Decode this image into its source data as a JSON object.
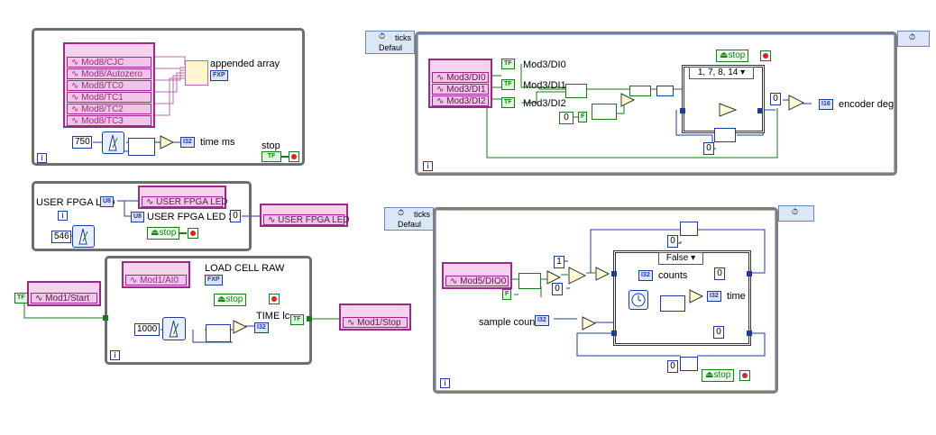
{
  "panel1": {
    "io_rows": [
      "Mod8/CJC",
      "Mod8/Autozero",
      "Mod8/TC0",
      "Mod8/TC1",
      "Mod8/TC2",
      "Mod8/TC3"
    ],
    "appended_label": "appended array",
    "fxp_tag": "FXP",
    "wait_const": "750",
    "time_indicator_tag": "I32",
    "time_label": "time ms",
    "stop_label": "stop",
    "stop_bool_tag": "TF",
    "loop_index": "i"
  },
  "panel2": {
    "led_label": "USER FPGA LED",
    "led_label2": "USER FPGA LED 2",
    "u8_tag": "U8",
    "io_row": "USER FPGA LED",
    "wait_const": "546",
    "stop_label": "stop",
    "out_const": "0",
    "out_io_row": "USER FPGA LED",
    "loop_index": "i"
  },
  "panel3": {
    "start_io": "Mod1/Start",
    "tf_tag": "TF",
    "ai_io": "Mod1/AI0",
    "fxp_tag": "FXP",
    "loadcell_label": "LOAD CELL RAW",
    "stop_label": "stop",
    "wait_const": "1000",
    "time_label": "TIME lc",
    "i32_tag": "I32",
    "stop_io": "Mod1/Stop",
    "loop_index": "i"
  },
  "panel4": {
    "timed_hdr_label": "ticks",
    "timed_hdr_sub": "Defaul",
    "io_rows": [
      "Mod3/DI0",
      "Mod3/DI1",
      "Mod3/DI2"
    ],
    "tf_tag": "TF",
    "di_labels": [
      "Mod3/DI0",
      "Mod3/DI1",
      "Mod3/DI2"
    ],
    "stop_label": "stop",
    "case_selector": "1, 7, 8, 14",
    "zero_const": "0",
    "f_const": "F",
    "zero_const2": "0",
    "zero_const3": "0",
    "i16_tag": "I16",
    "encoder_label": "encoder deg",
    "loop_index": "i"
  },
  "panel5": {
    "timed_hdr_label": "ticks",
    "timed_hdr_sub": "Defaul",
    "io_row": "Mod5/DIO0",
    "f_const": "F",
    "one_const": "1",
    "zero_const": "0",
    "case_selector": "False",
    "counts_label": "counts",
    "i32_tag": "I32",
    "time_label": "time",
    "zero_a": "0",
    "zero_b": "0",
    "zero_c": "0",
    "zero_d": "0",
    "sample_label": "sample count",
    "stop_label": "stop",
    "loop_index": "i"
  }
}
